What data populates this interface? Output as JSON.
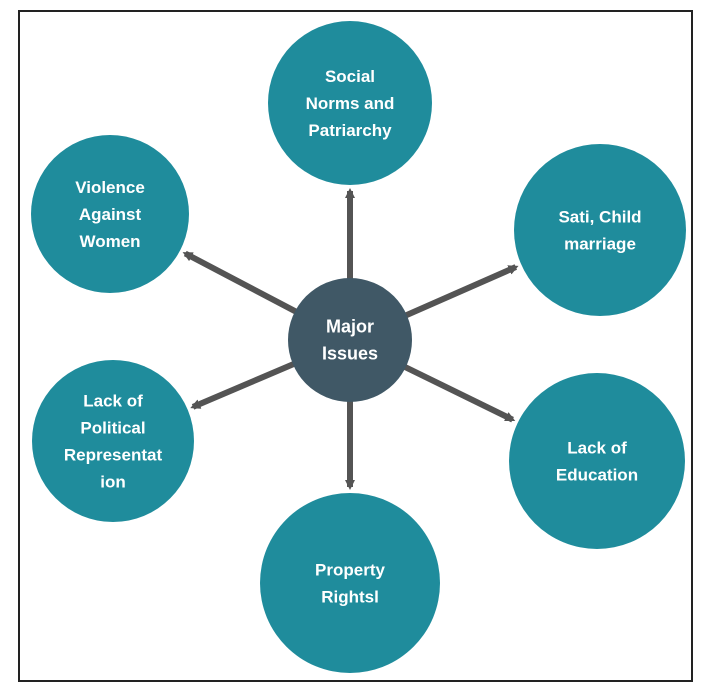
{
  "colors": {
    "node_fill": "#1f8c9c",
    "center_fill": "#405866",
    "arrow": "#545454",
    "text": "#ffffff"
  },
  "center": {
    "lines": [
      "Major",
      "Issues"
    ]
  },
  "nodes": [
    {
      "id": "social-norms",
      "lines": [
        "Social",
        "Norms and",
        "Patriarchy"
      ]
    },
    {
      "id": "sati-child-marriage",
      "lines": [
        "Sati, Child",
        "marriage"
      ]
    },
    {
      "id": "lack-of-education",
      "lines": [
        "Lack of",
        "Education"
      ]
    },
    {
      "id": "property-rights",
      "lines": [
        "Property",
        "Rightsl"
      ]
    },
    {
      "id": "lack-of-political-representation",
      "lines": [
        "Lack of",
        "Political",
        "Representat",
        "ion"
      ]
    },
    {
      "id": "violence-against-women",
      "lines": [
        "Violence",
        "Against",
        "Women"
      ]
    }
  ]
}
